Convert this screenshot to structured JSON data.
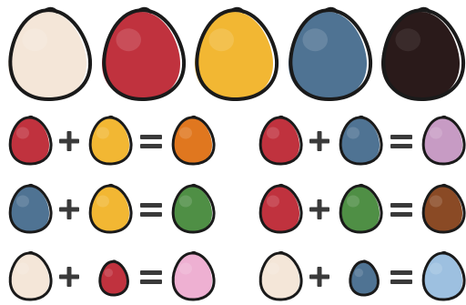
{
  "colors": {
    "cream": "#f4e6d8",
    "red": "#c0323e",
    "yellow": "#f2b733",
    "blue": "#4f7393",
    "black": "#2a1a1a",
    "orange": "#e0771f",
    "purple": "#c79bc4",
    "green": "#4f8f45",
    "brown": "#8a4a25",
    "pink": "#eeb0d2",
    "light-blue": "#9dc0e0",
    "outline": "#1a1a1a",
    "symbol": "#3a3a3a"
  },
  "base_paints": [
    "cream",
    "red",
    "yellow",
    "blue",
    "black"
  ],
  "mixes": [
    {
      "a": "red",
      "b": "yellow",
      "result": "orange"
    },
    {
      "a": "red",
      "b": "blue",
      "result": "purple"
    },
    {
      "a": "blue",
      "b": "yellow",
      "result": "green"
    },
    {
      "a": "red",
      "b": "green",
      "result": "brown"
    },
    {
      "a": "cream",
      "b": "red",
      "result": "pink",
      "small_b": true
    },
    {
      "a": "cream",
      "b": "blue",
      "result": "light-blue",
      "small_b": true
    }
  ]
}
